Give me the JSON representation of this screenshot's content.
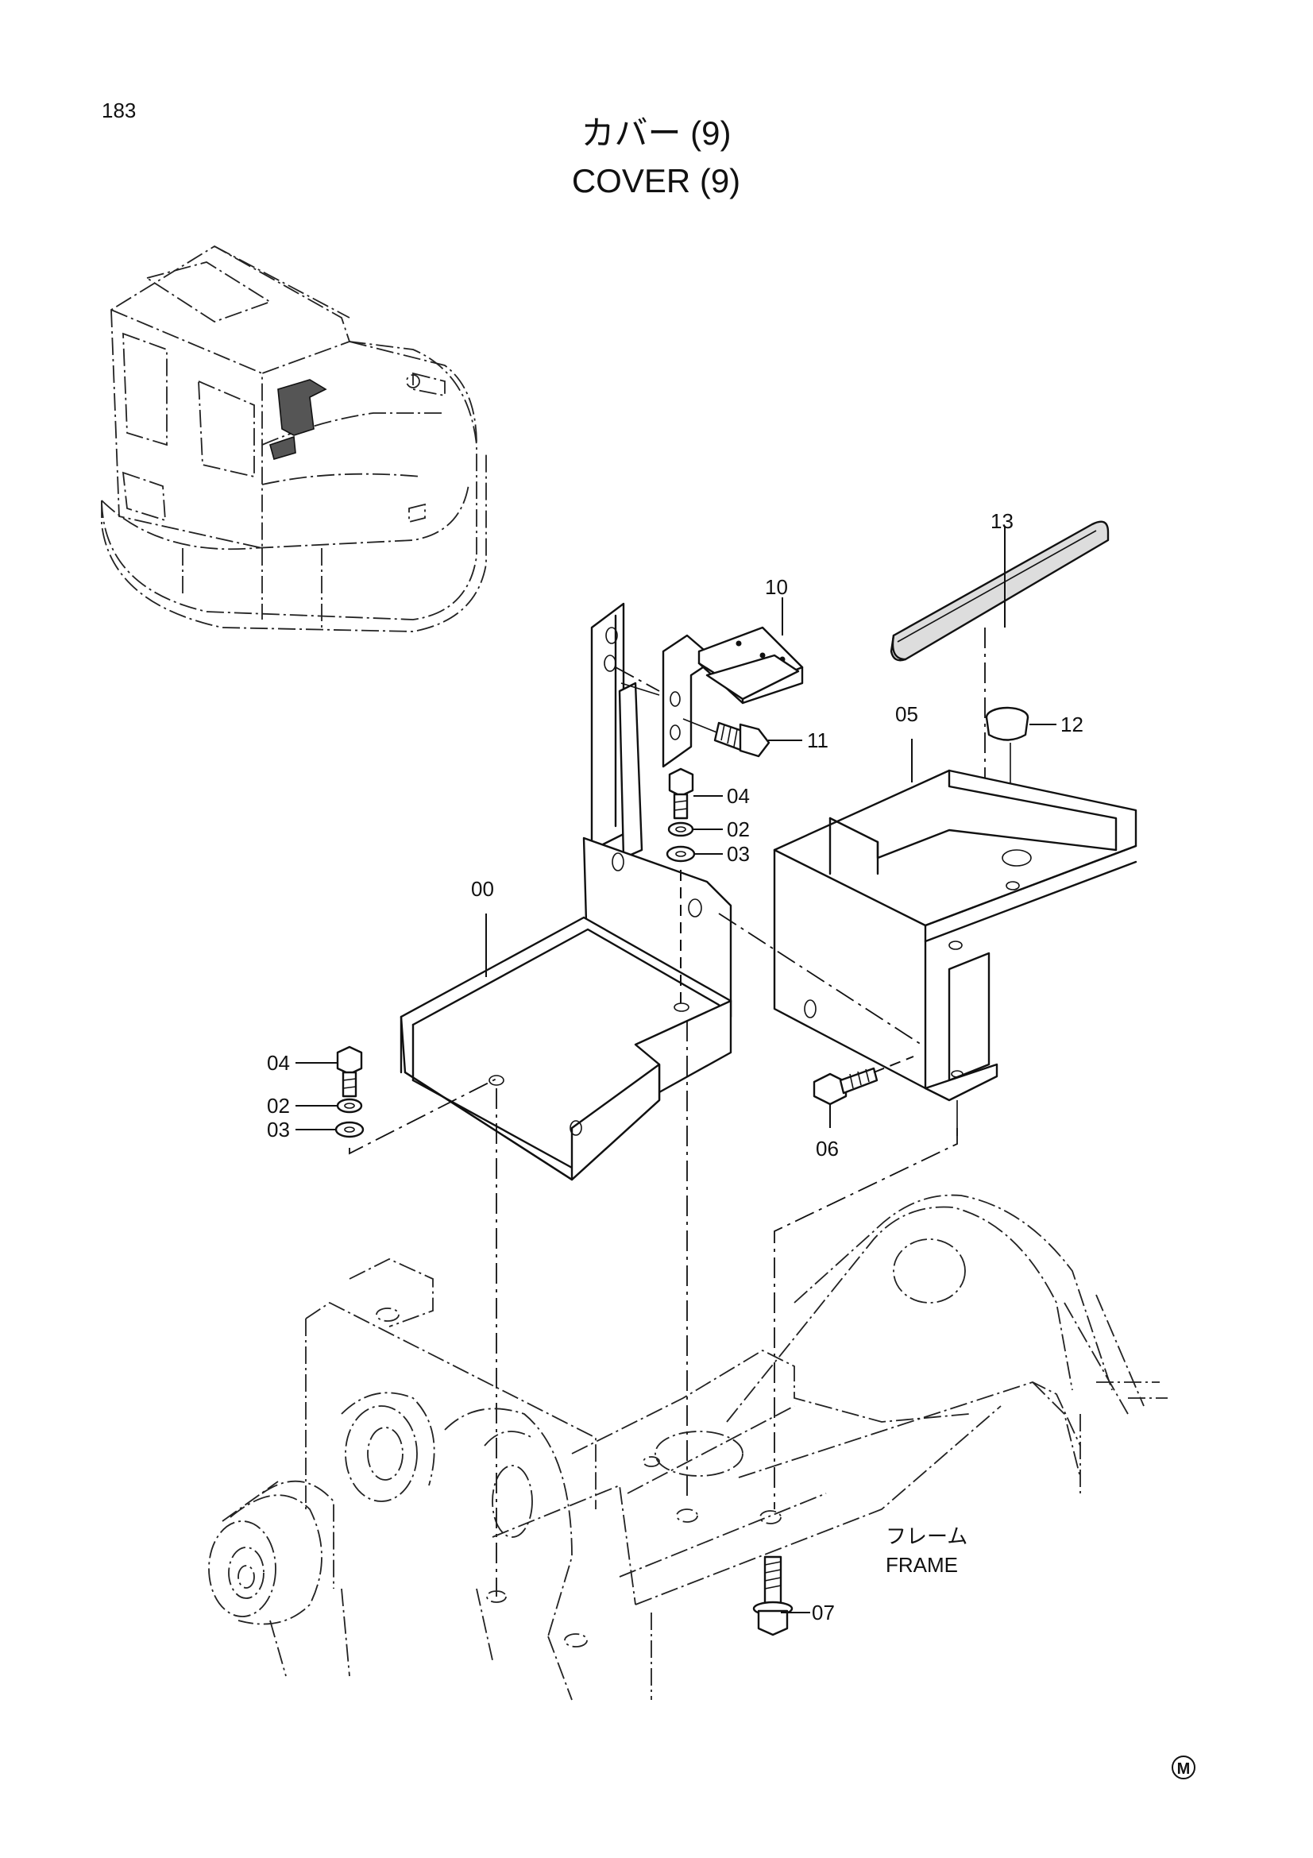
{
  "page_number": "183",
  "title": {
    "japanese": "カバー (9)",
    "english": "COVER (9)"
  },
  "frame_label": {
    "japanese": "フレーム",
    "english": "FRAME"
  },
  "part_numbers": {
    "p00": "00",
    "p02a": "02",
    "p02b": "02",
    "p03a": "03",
    "p03b": "03",
    "p04a": "04",
    "p04b": "04",
    "p05": "05",
    "p06": "06",
    "p07": "07",
    "p10": "10",
    "p11": "11",
    "p12": "12",
    "p13": "13"
  },
  "corner_mark": "M"
}
